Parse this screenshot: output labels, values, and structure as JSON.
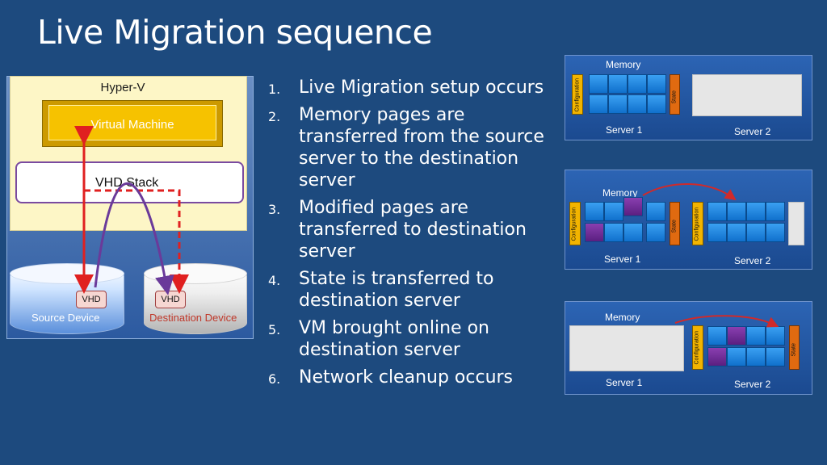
{
  "slide": {
    "title": "Live Migration sequence"
  },
  "diagram": {
    "hyperv_label": "Hyper-V",
    "vm_label": "Virtual Machine",
    "vhd_stack_label": "VHD Stack",
    "vhd_tag": "VHD",
    "source_device_label": "Source Device",
    "destination_device_label": "Destination Device"
  },
  "steps": [
    {
      "num": "1.",
      "text": "Live Migration setup occurs"
    },
    {
      "num": "2.",
      "text": "Memory pages are transferred from the source server to the destination server"
    },
    {
      "num": "3.",
      "text": "Modified pages are transferred to destination server"
    },
    {
      "num": "4.",
      "text": "State is transferred to destination server"
    },
    {
      "num": "5.",
      "text": "VM brought online on destination server"
    },
    {
      "num": "6.",
      "text": "Network cleanup occurs"
    }
  ],
  "panels": {
    "memory_label": "Memory",
    "server1_label": "Server 1",
    "server2_label": "Server 2",
    "configuration_label": "Configuration",
    "state_label": "State"
  },
  "colors": {
    "background": "#1d4a7e",
    "arrow_red": "#e02020",
    "arrow_purple": "#6a3a9a",
    "dirty_page": "#6a2a90"
  }
}
